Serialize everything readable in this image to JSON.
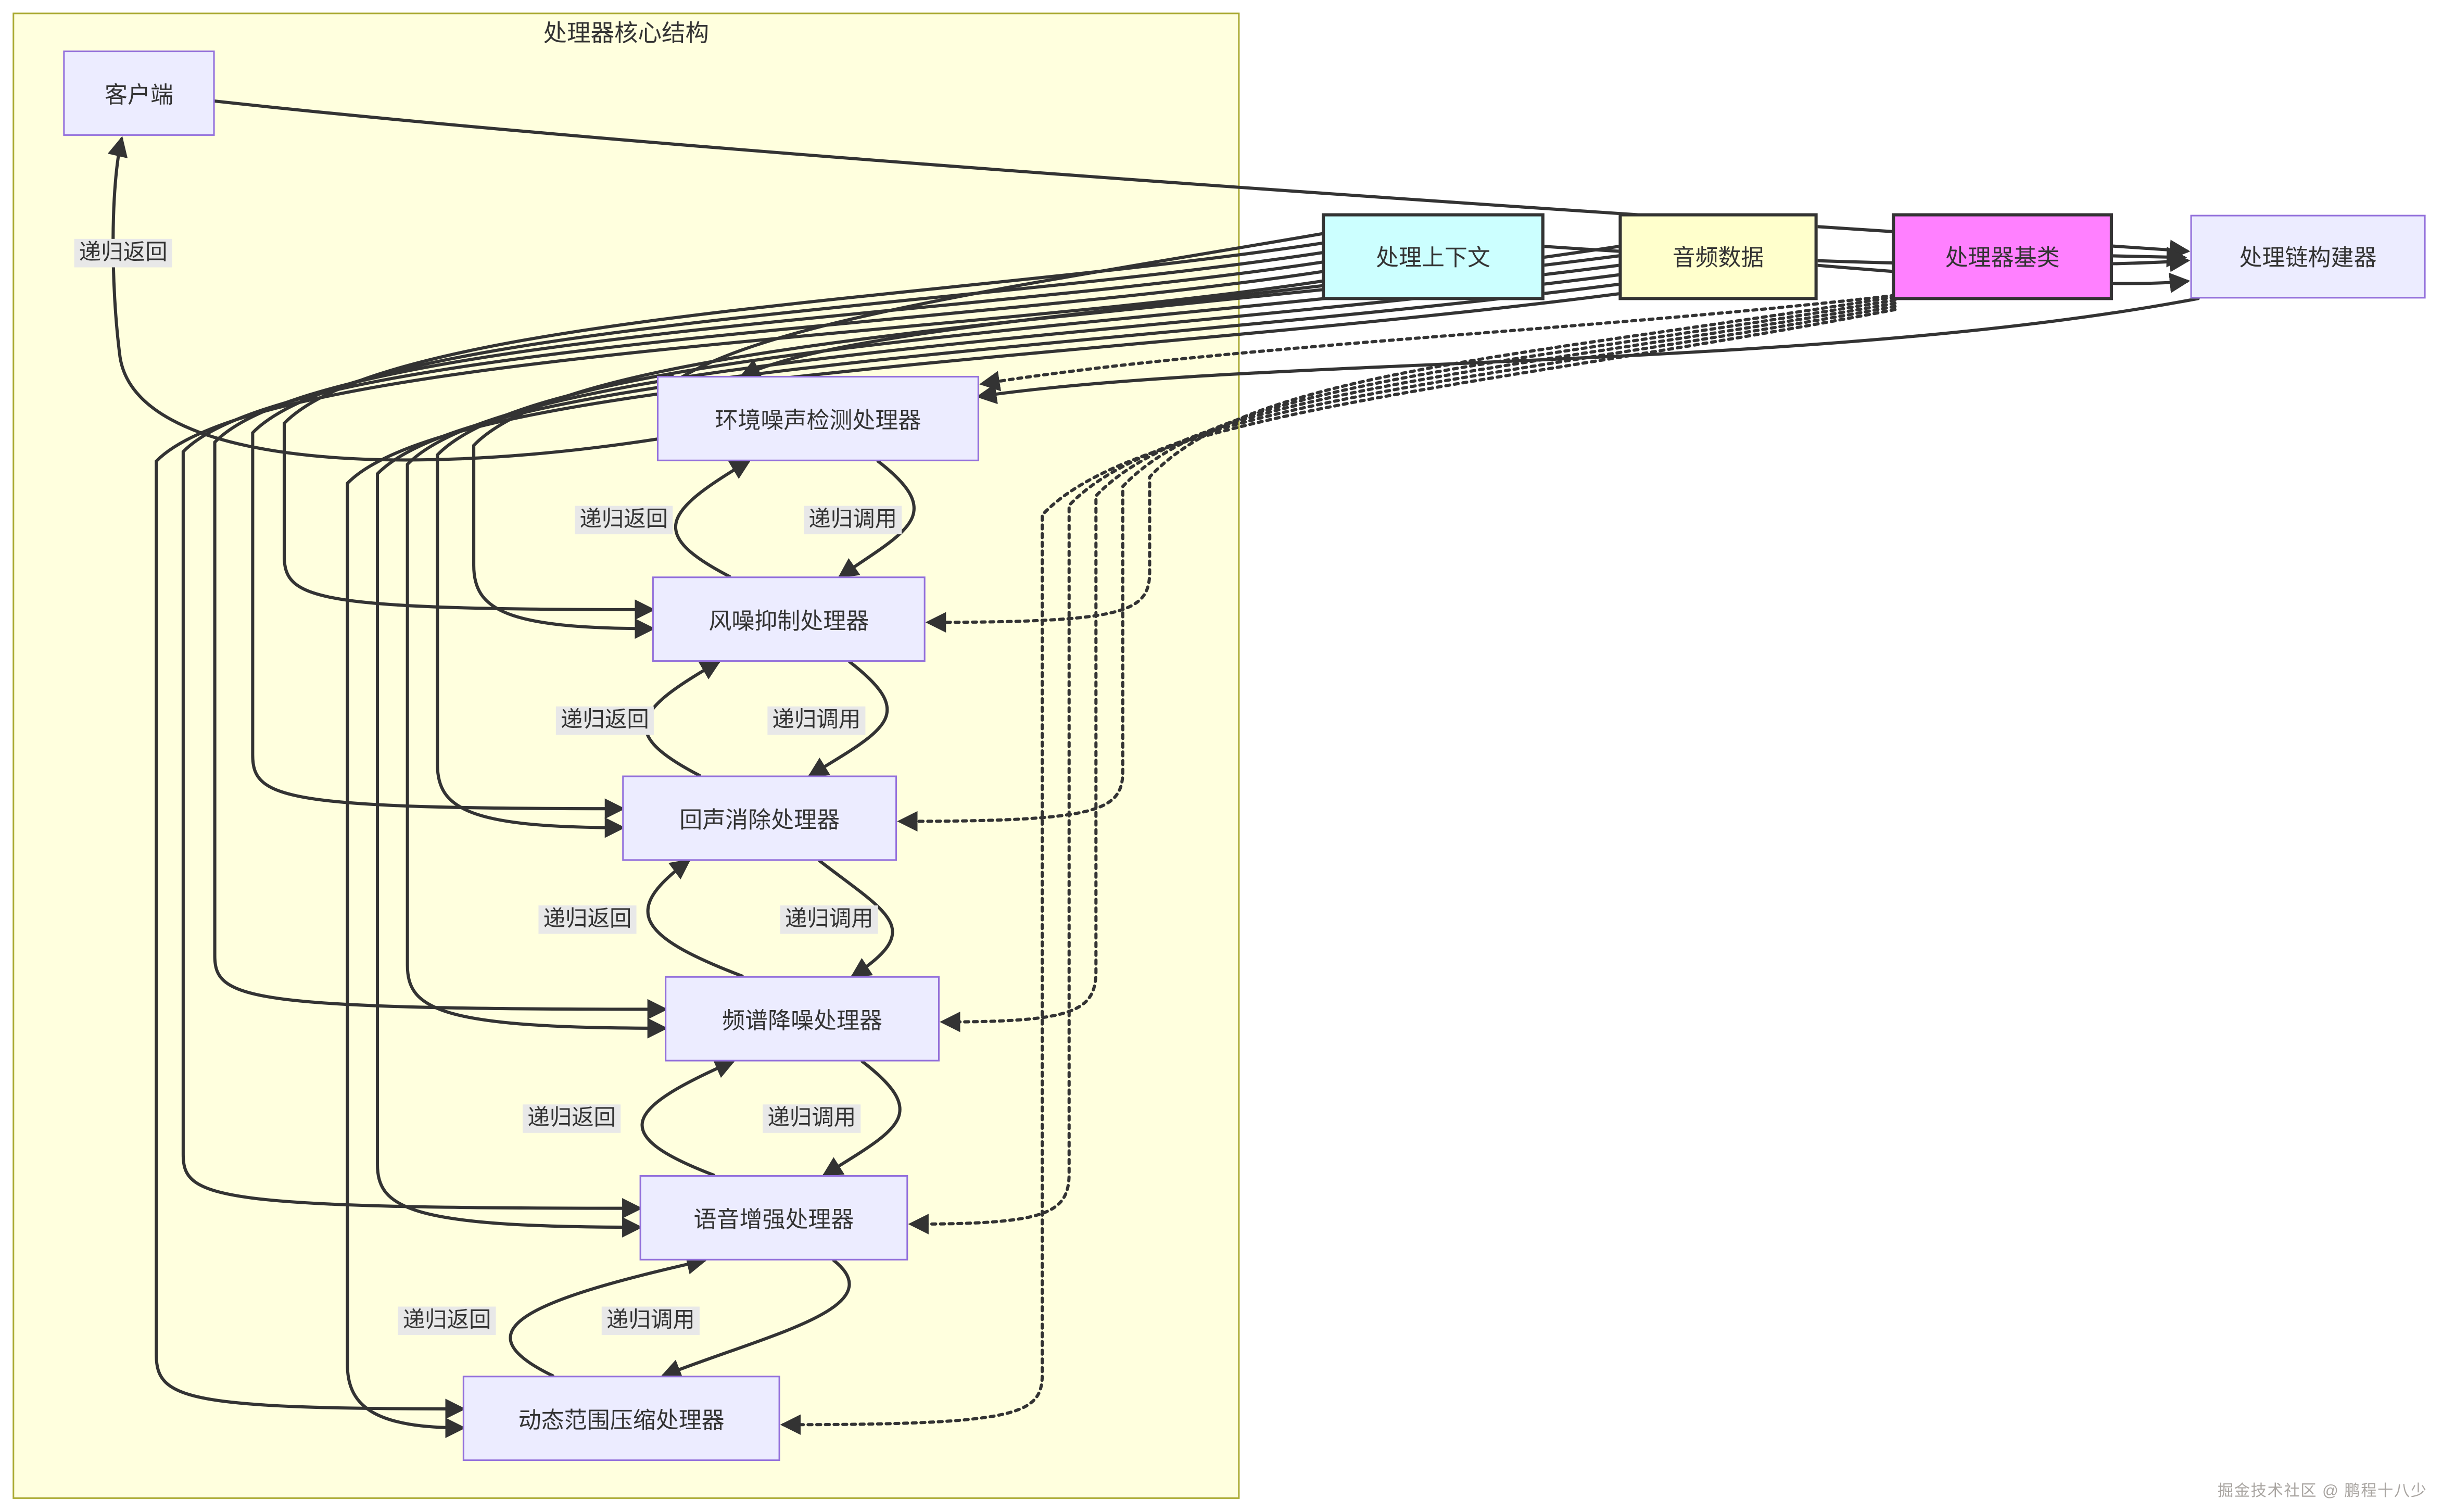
{
  "diagram": {
    "cluster_title": "处理器核心结构",
    "watermark": "掘金技术社区 @ 鹏程十八少"
  },
  "nodes": {
    "client": {
      "label": "客户端"
    },
    "proc_env": {
      "label": "环境噪声检测处理器"
    },
    "proc_wind": {
      "label": "风噪抑制处理器"
    },
    "proc_echo": {
      "label": "回声消除处理器"
    },
    "proc_spectral": {
      "label": "频谱降噪处理器"
    },
    "proc_voice": {
      "label": "语音增强处理器"
    },
    "proc_drc": {
      "label": "动态范围压缩处理器"
    },
    "context": {
      "label": "处理上下文"
    },
    "audio": {
      "label": "音频数据"
    },
    "base": {
      "label": "处理器基类"
    },
    "builder": {
      "label": "处理链构建器"
    }
  },
  "edge_labels": {
    "recursive_call": "递归调用",
    "recursive_return": "递归返回"
  },
  "edges": [
    {
      "from": "client",
      "to": "builder",
      "style": "solid"
    },
    {
      "from": "context",
      "to": "builder",
      "style": "solid"
    },
    {
      "from": "audio",
      "to": "builder",
      "style": "solid"
    },
    {
      "from": "base",
      "to": "builder",
      "style": "solid"
    },
    {
      "from": "builder",
      "to": "proc_env",
      "style": "solid"
    },
    {
      "from": "context",
      "to": "proc_env",
      "style": "solid"
    },
    {
      "from": "context",
      "to": "proc_wind",
      "style": "solid"
    },
    {
      "from": "context",
      "to": "proc_echo",
      "style": "solid"
    },
    {
      "from": "context",
      "to": "proc_spectral",
      "style": "solid"
    },
    {
      "from": "context",
      "to": "proc_voice",
      "style": "solid"
    },
    {
      "from": "context",
      "to": "proc_drc",
      "style": "solid"
    },
    {
      "from": "audio",
      "to": "proc_env",
      "style": "solid"
    },
    {
      "from": "audio",
      "to": "proc_wind",
      "style": "solid"
    },
    {
      "from": "audio",
      "to": "proc_echo",
      "style": "solid"
    },
    {
      "from": "audio",
      "to": "proc_spectral",
      "style": "solid"
    },
    {
      "from": "audio",
      "to": "proc_voice",
      "style": "solid"
    },
    {
      "from": "audio",
      "to": "proc_drc",
      "style": "solid"
    },
    {
      "from": "base",
      "to": "proc_env",
      "style": "dotted"
    },
    {
      "from": "base",
      "to": "proc_wind",
      "style": "dotted"
    },
    {
      "from": "base",
      "to": "proc_echo",
      "style": "dotted"
    },
    {
      "from": "base",
      "to": "proc_spectral",
      "style": "dotted"
    },
    {
      "from": "base",
      "to": "proc_voice",
      "style": "dotted"
    },
    {
      "from": "base",
      "to": "proc_drc",
      "style": "dotted"
    },
    {
      "from": "proc_env",
      "to": "proc_wind",
      "label": "递归调用",
      "style": "solid"
    },
    {
      "from": "proc_wind",
      "to": "proc_echo",
      "label": "递归调用",
      "style": "solid"
    },
    {
      "from": "proc_echo",
      "to": "proc_spectral",
      "label": "递归调用",
      "style": "solid"
    },
    {
      "from": "proc_spectral",
      "to": "proc_voice",
      "label": "递归调用",
      "style": "solid"
    },
    {
      "from": "proc_voice",
      "to": "proc_drc",
      "label": "递归调用",
      "style": "solid"
    },
    {
      "from": "proc_wind",
      "to": "proc_env",
      "label": "递归返回",
      "style": "solid"
    },
    {
      "from": "proc_echo",
      "to": "proc_wind",
      "label": "递归返回",
      "style": "solid"
    },
    {
      "from": "proc_spectral",
      "to": "proc_echo",
      "label": "递归返回",
      "style": "solid"
    },
    {
      "from": "proc_voice",
      "to": "proc_spectral",
      "label": "递归返回",
      "style": "solid"
    },
    {
      "from": "proc_drc",
      "to": "proc_voice",
      "label": "递归返回",
      "style": "solid"
    },
    {
      "from": "proc_env",
      "to": "client",
      "label": "递归返回",
      "style": "solid"
    }
  ],
  "colors": {
    "cluster_fill": "#ffffde",
    "cluster_border": "#aaaa33",
    "node_fill": "#ECECFF",
    "node_border": "#9370DB",
    "context_fill": "#ccffff",
    "audio_fill": "#ffffcc",
    "base_fill": "#ff80ff",
    "dark_border": "#333333",
    "edge_stroke": "#333333",
    "edge_label_bg": "#e8e8e8"
  }
}
